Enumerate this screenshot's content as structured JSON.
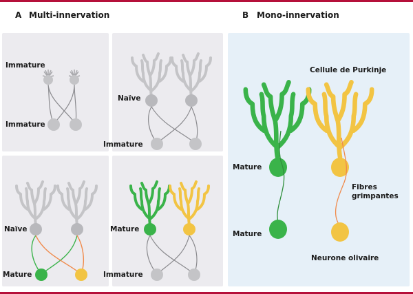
{
  "sections": {
    "a": {
      "letter": "A",
      "title": "Multi-innervation"
    },
    "b": {
      "letter": "B",
      "title": "Mono-innervation"
    }
  },
  "labels": {
    "immature": "Immature",
    "naive": "Naïve",
    "mature": "Mature",
    "purkinje": "Cellule de Purkinje",
    "fibres_line1": "Fibres",
    "fibres_line2": "grimpantes",
    "olivary": "Neurone olivaire"
  },
  "colors": {
    "gray_cell": "#c4c4c7",
    "green_cell": "#3ab34a",
    "yellow_cell": "#f2c443",
    "orange_fiber": "#f08a4b",
    "panel_gray": "#ecebef",
    "panel_blue": "#e6f0f8",
    "accent_rule": "#b5103a"
  }
}
